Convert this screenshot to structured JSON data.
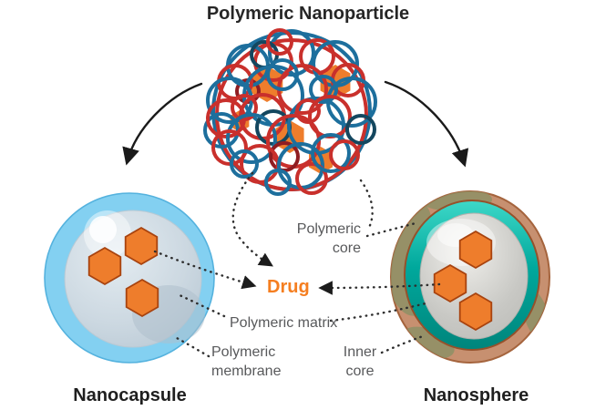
{
  "title": "Polymeric Nanoparticle",
  "labels": {
    "drug": "Drug",
    "polymeric_core": [
      "Polymeric",
      "core"
    ],
    "polymeric_matrix": "Polymeric matrix",
    "polymeric_membrane": [
      "Polymeric",
      "membrane"
    ],
    "inner_core": [
      "Inner",
      "core"
    ],
    "nanocapsule": "Nanocapsule",
    "nanosphere": "Nanosphere"
  },
  "palette": {
    "strand-red": "#c9302c",
    "strand-red-dark": "#8f1d22",
    "strand-blue": "#1d6f9d",
    "strand-blue-dark": "#14475f",
    "hex-fill": "#ee7d2c",
    "hex-stroke": "#a8430f",
    "capsule-outer": "#83d0f1",
    "capsule-outer-stroke": "#54b2de",
    "capsule-inner": "#ccd8e1",
    "sphere-outer": "#c79070",
    "sphere-outer-stroke": "#a5643d",
    "sphere-olive": "#8e9165",
    "sphere-teal": "#00a79b",
    "sphere-inner": "#c9c9c5",
    "label-gray": "#58595b",
    "drug-orange": "#f57e20",
    "arrow-black": "#1a1a1a",
    "title-color": "#262626"
  }
}
